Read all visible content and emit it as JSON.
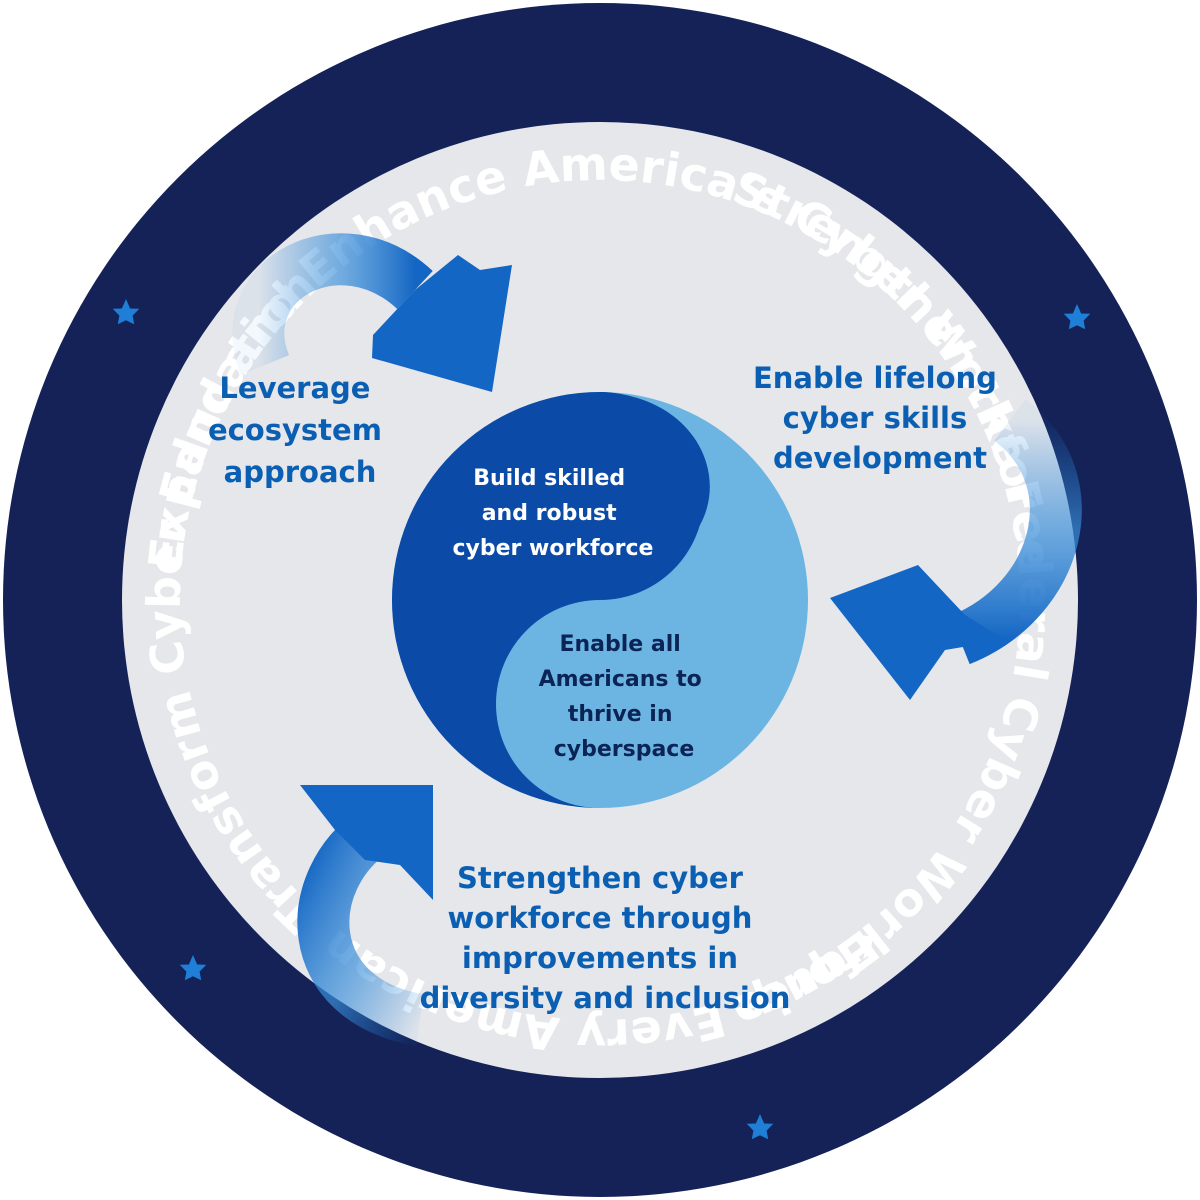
{
  "outer_ring": {
    "top": "Expand and Enhance America’s Cyber Workforce",
    "right": "Strengthen the Federal Cyber Workforce",
    "bottom": "Equip Every American",
    "left": "Transform Cyber Education"
  },
  "center": {
    "upper": [
      "Build skilled",
      "and robust",
      "cyber workforce"
    ],
    "lower": [
      "Enable all",
      "Americans to",
      "thrive in",
      "cyberspace"
    ]
  },
  "goals": {
    "leverage": [
      "Leverage",
      "ecosystem",
      "approach"
    ],
    "lifelong": [
      "Enable lifelong",
      "cyber skills",
      "development"
    ],
    "diversity": [
      "Strengthen cyber",
      "workforce through",
      "improvements in",
      "diversity and inclusion"
    ]
  },
  "colors": {
    "ring": "#142258",
    "disc": "#e6e7eb",
    "core_dark": "#0b4aa6",
    "core_light": "#6cb5e3",
    "star": "#1f7fd6",
    "goal_text": "#0b5fb3"
  },
  "icons": [
    "star-icon",
    "curved-arrow-icon"
  ]
}
